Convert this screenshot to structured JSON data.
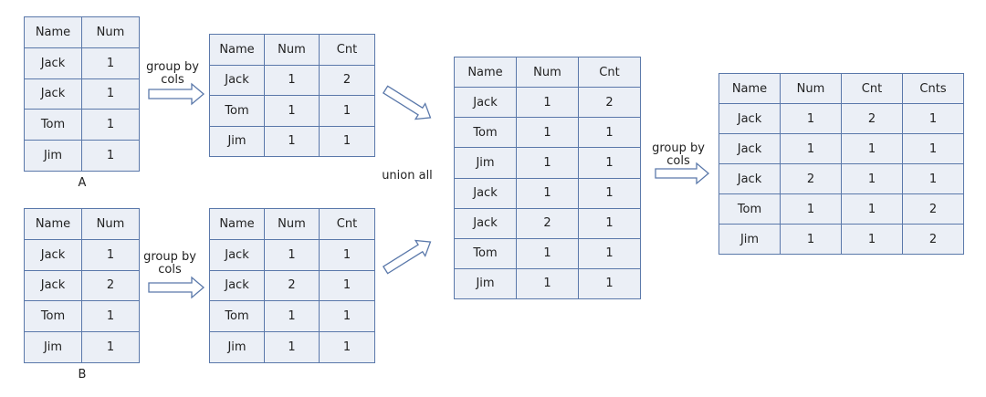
{
  "diagram": {
    "table_a": {
      "caption": "A",
      "columns": [
        "Name",
        "Num"
      ],
      "rows": [
        [
          "Jack",
          "1"
        ],
        [
          "Jack",
          "1"
        ],
        [
          "Tom",
          "1"
        ],
        [
          "Jim",
          "1"
        ]
      ]
    },
    "table_b": {
      "caption": "B",
      "columns": [
        "Name",
        "Num"
      ],
      "rows": [
        [
          "Jack",
          "1"
        ],
        [
          "Jack",
          "2"
        ],
        [
          "Tom",
          "1"
        ],
        [
          "Jim",
          "1"
        ]
      ]
    },
    "grouped_a": {
      "columns": [
        "Name",
        "Num",
        "Cnt"
      ],
      "rows": [
        [
          "Jack",
          "1",
          "2"
        ],
        [
          "Tom",
          "1",
          "1"
        ],
        [
          "Jim",
          "1",
          "1"
        ]
      ]
    },
    "grouped_b": {
      "columns": [
        "Name",
        "Num",
        "Cnt"
      ],
      "rows": [
        [
          "Jack",
          "1",
          "1"
        ],
        [
          "Jack",
          "2",
          "1"
        ],
        [
          "Tom",
          "1",
          "1"
        ],
        [
          "Jim",
          "1",
          "1"
        ]
      ]
    },
    "union_table": {
      "columns": [
        "Name",
        "Num",
        "Cnt"
      ],
      "rows": [
        [
          "Jack",
          "1",
          "2"
        ],
        [
          "Tom",
          "1",
          "1"
        ],
        [
          "Jim",
          "1",
          "1"
        ],
        [
          "Jack",
          "1",
          "1"
        ],
        [
          "Jack",
          "2",
          "1"
        ],
        [
          "Tom",
          "1",
          "1"
        ],
        [
          "Jim",
          "1",
          "1"
        ]
      ]
    },
    "final_table": {
      "columns": [
        "Name",
        "Num",
        "Cnt",
        "Cnts"
      ],
      "rows": [
        [
          "Jack",
          "1",
          "2",
          "1"
        ],
        [
          "Jack",
          "1",
          "1",
          "1"
        ],
        [
          "Jack",
          "2",
          "1",
          "1"
        ],
        [
          "Tom",
          "1",
          "1",
          "2"
        ],
        [
          "Jim",
          "1",
          "1",
          "2"
        ]
      ]
    },
    "labels": {
      "group_by_1": "group by\ncols",
      "group_by_2": "group by\ncols",
      "group_by_3": "group by\ncols",
      "union_all": "union all"
    },
    "colors": {
      "border": "#5a78aa",
      "cell_fill": "#ebeff6"
    }
  }
}
